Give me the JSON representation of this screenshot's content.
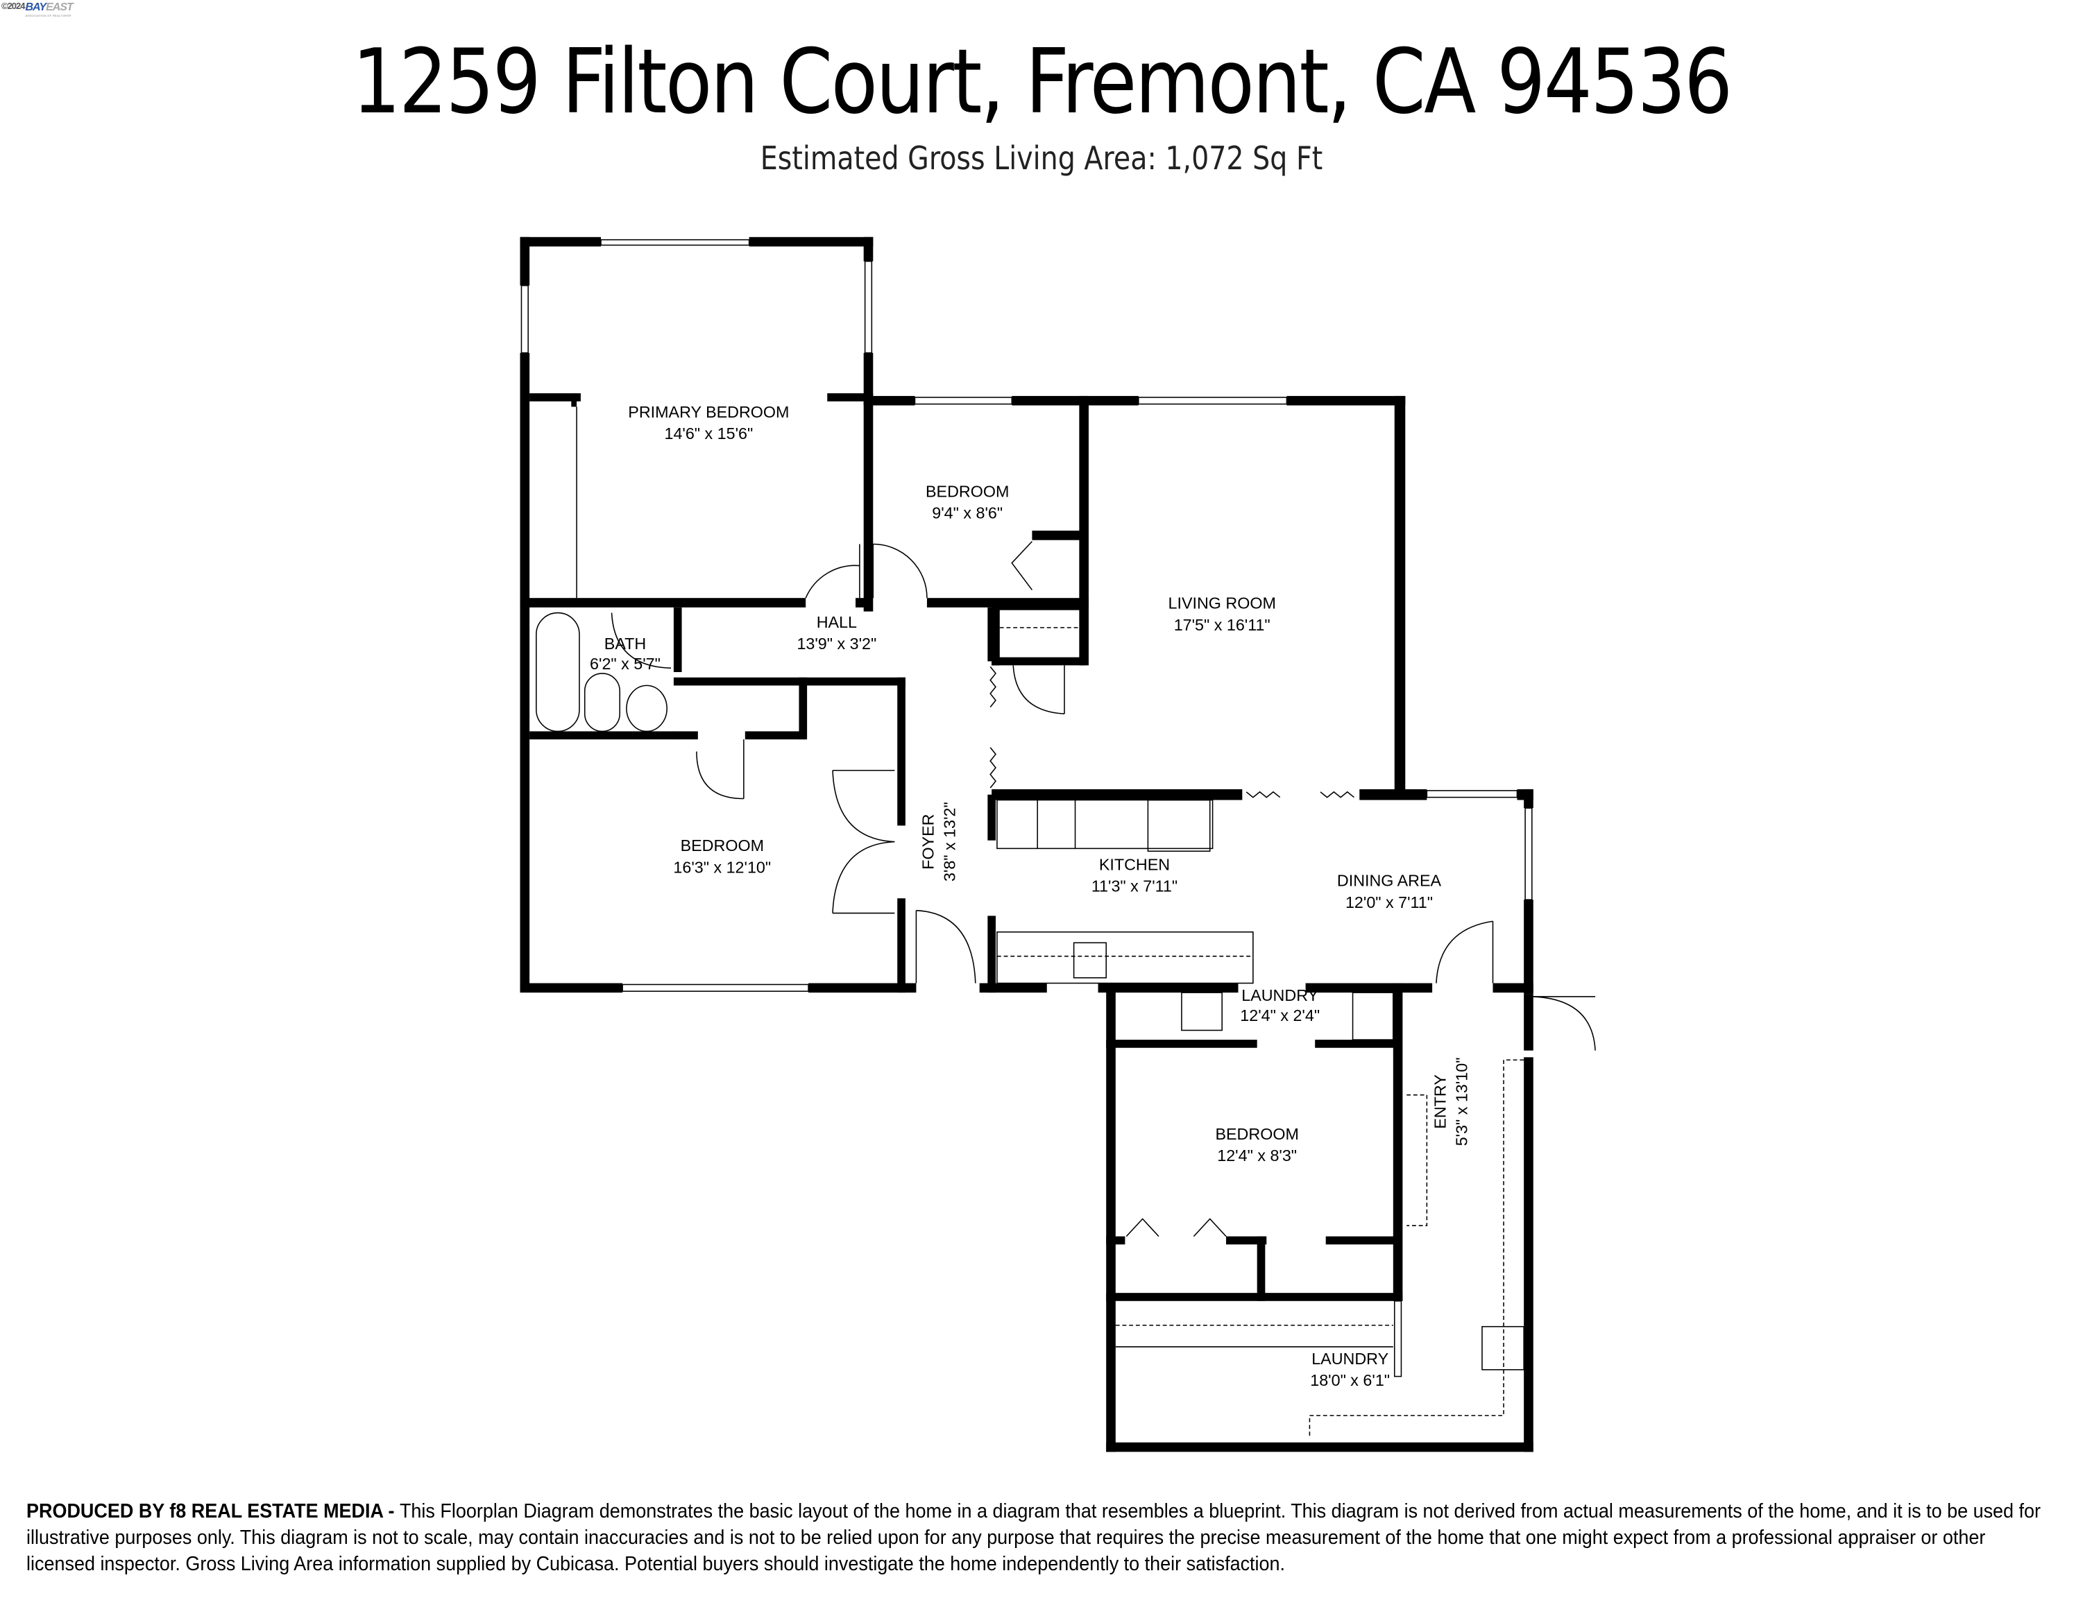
{
  "logo": {
    "copyright": "©2024",
    "brand_primary": "BAY",
    "brand_secondary": "EAST",
    "tagline": "ASSOCIATION OF REALTORS®",
    "colors": {
      "primary": "#2a56a6",
      "secondary": "#a8a8a8"
    }
  },
  "header": {
    "title": "1259 Filton Court, Fremont, CA 94536",
    "subtitle": "Estimated Gross Living Area: 1,072 Sq Ft"
  },
  "rooms": [
    {
      "id": "primary-bedroom",
      "name": "PRIMARY BEDROOM",
      "dims": "14'6\" x 15'6\""
    },
    {
      "id": "bedroom-2",
      "name": "BEDROOM",
      "dims": "9'4\" x 8'6\""
    },
    {
      "id": "living-room",
      "name": "LIVING ROOM",
      "dims": "17'5\" x 16'11\""
    },
    {
      "id": "bath",
      "name": "BATH",
      "dims": "6'2\" x 5'7\""
    },
    {
      "id": "hall",
      "name": "HALL",
      "dims": "13'9\" x 3'2\""
    },
    {
      "id": "bedroom-3",
      "name": "BEDROOM",
      "dims": "16'3\" x 12'10\""
    },
    {
      "id": "foyer",
      "name": "FOYER",
      "dims": "3'8\" x 13'2\""
    },
    {
      "id": "kitchen",
      "name": "KITCHEN",
      "dims": "11'3\" x 7'11\""
    },
    {
      "id": "dining-area",
      "name": "DINING AREA",
      "dims": "12'0\" x 7'11\""
    },
    {
      "id": "laundry-1",
      "name": "LAUNDRY",
      "dims": "12'4\" x 2'4\""
    },
    {
      "id": "bedroom-4",
      "name": "BEDROOM",
      "dims": "12'4\" x 8'3\""
    },
    {
      "id": "entry",
      "name": "ENTRY",
      "dims": "5'3\" x 13'10\""
    },
    {
      "id": "laundry-2",
      "name": "LAUNDRY",
      "dims": "18'0\" x 6'1\""
    }
  ],
  "footer": {
    "producer": "PRODUCED BY f8 REAL ESTATE MEDIA",
    "separator": " - ",
    "disclaimer": "This Floorplan Diagram demonstrates the basic layout of the home in a diagram that resembles a blueprint. This diagram is not derived from actual measurements of the home, and it is to be used for illustrative purposes only. This diagram is not to scale, may contain inaccuracies and is not to be relied upon for any purpose that requires the precise measurement of the home that one might expect from a professional appraiser or other licensed inspector. Gross Living Area information supplied by Cubicasa. Potential buyers should investigate the home independently to their satisfaction."
  }
}
